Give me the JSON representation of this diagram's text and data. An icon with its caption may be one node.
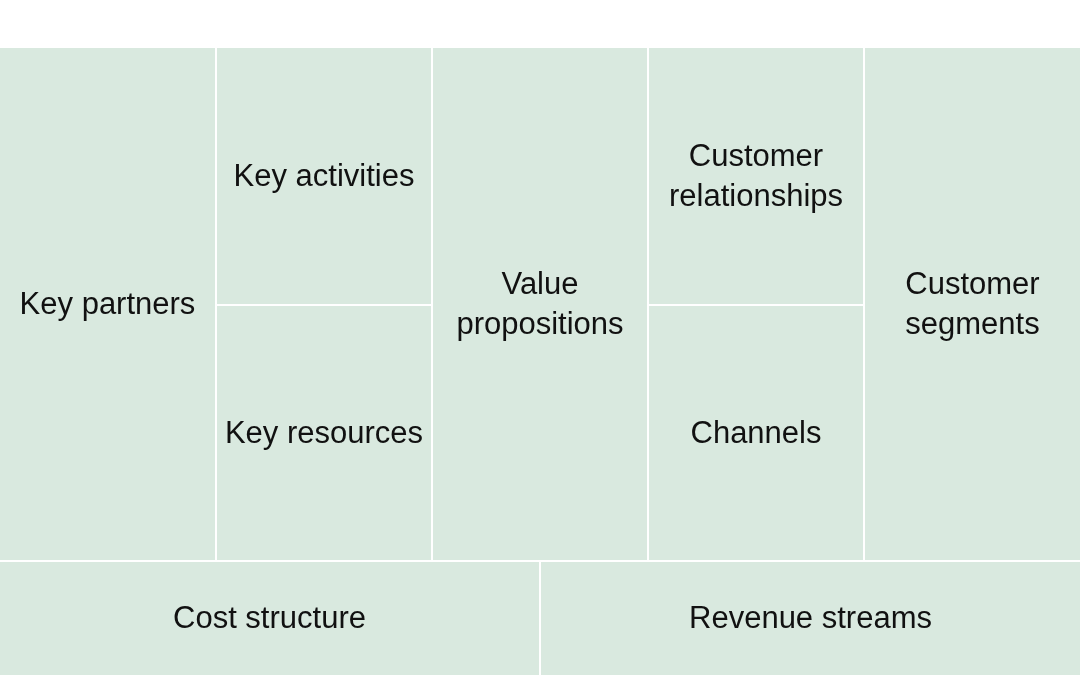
{
  "diagram": {
    "nodes": [
      {
        "text": [
          "Key partners"
        ]
      },
      {
        "text": [
          "Key activities"
        ]
      },
      {
        "text": [
          "Key resources"
        ]
      },
      {
        "text": [
          "Value propositions"
        ]
      },
      {
        "text": [
          "Customer relationships"
        ]
      },
      {
        "text": [
          "Channels"
        ]
      },
      {
        "text": [
          "Customer segments"
        ]
      },
      {
        "text": [
          "Cost structure"
        ]
      },
      {
        "text": [
          "Revenue streams"
        ]
      }
    ]
  }
}
